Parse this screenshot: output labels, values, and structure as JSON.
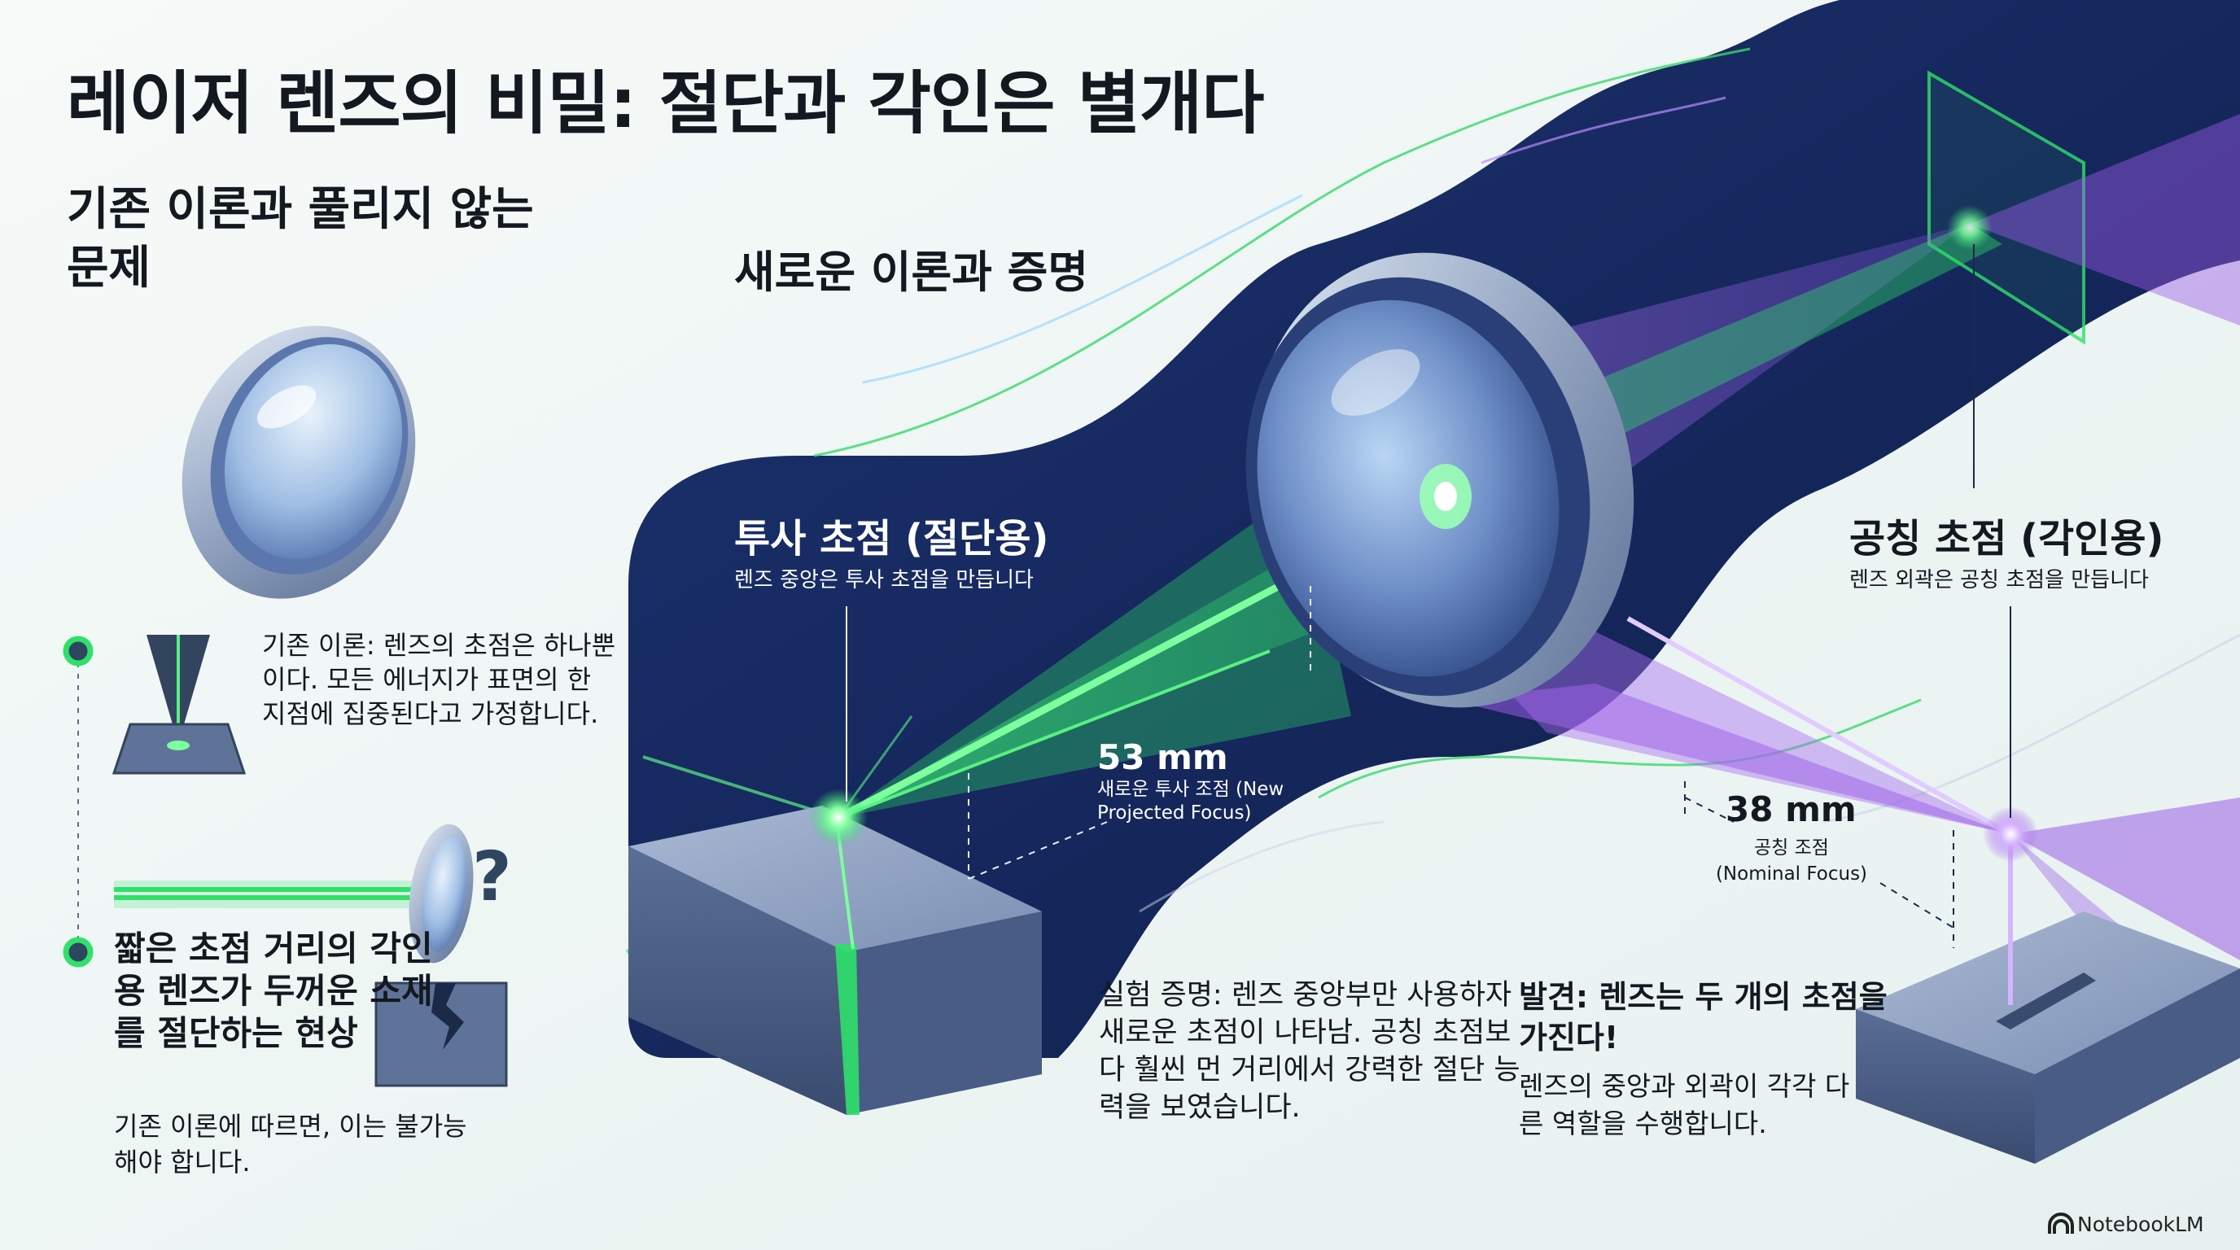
{
  "title": "레이저 렌즈의 비밀: 절단과 각인은 별개다",
  "left": {
    "heading": "기존 이론과 풀리지 않는 문제",
    "point1_text": "기존 이론: 렌즈의 초점은 하나뿐이다. 모든 에너지가 표면의 한 지점에 집중된다고 가정합니다.",
    "point2_heading": "짧은 초점 거리의 각인용 렌즈가 두꺼운 소재를 절단하는 현상",
    "point2_text": "기존 이론에 따르면, 이는 불가능해야 합니다.",
    "question_mark": "?"
  },
  "main": {
    "heading": "새로운 이론과 증명",
    "projected": {
      "heading": "투사 초점 (절단용)",
      "sub": "렌즈 중앙은 투사 초점을 만듭니다",
      "distance": "53 mm",
      "distance_label": "새로운 투사 조점 (New Projected Focus)"
    },
    "nominal": {
      "heading": "공칭 초점 (각인용)",
      "sub": "렌즈 외곽은 공칭 초점을 만듭니다",
      "distance": "38 mm",
      "distance_label": "공칭 조점 (Nominal Focus)"
    },
    "experiment": "실험 증명: 렌즈 중앙부만 사용하자 새로운 초점이 나타남. 공칭 초점보다 훨씬 먼 거리에서 강력한 절단 능력을 보였습니다.",
    "finding_heading": "발견: 렌즈는 두 개의 초점을 가진다!",
    "finding_text": "렌즈의 중앙과 외곽이 각각 다른 역할을 수행합니다."
  },
  "branding": "NotebookLM",
  "colors": {
    "navy": "#13245a",
    "green_beam": "#2fe06a",
    "purple_beam": "#9b5ce6",
    "background": "#eef5f4",
    "metal": "#5f7399"
  },
  "icons": [
    "lens-icon",
    "focus-cone-icon",
    "small-lens-icon",
    "cracked-block-icon",
    "notebooklm-logo-icon"
  ]
}
